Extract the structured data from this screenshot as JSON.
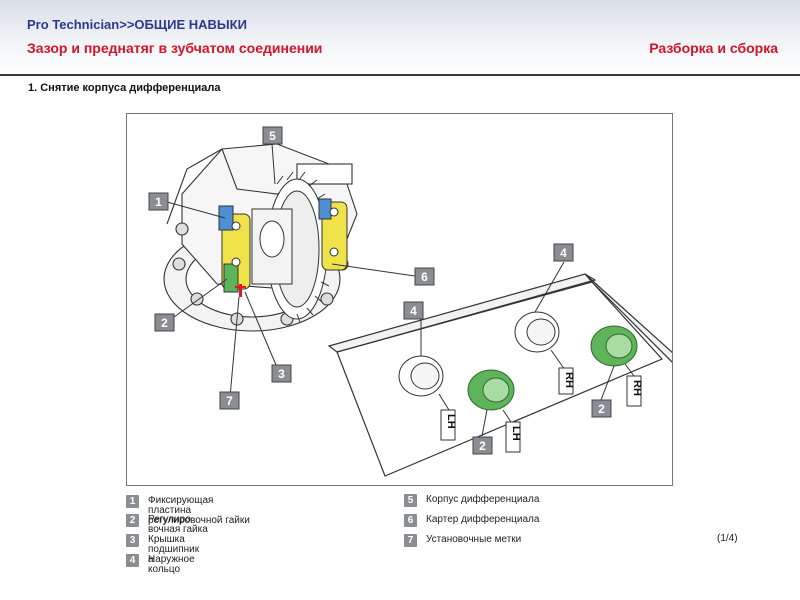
{
  "header": {
    "title": "Pro Technician>>ОБЩИЕ НАВЫКИ",
    "subtitle": "Зазор и преднатяг в зубчатом соединении",
    "right_title": "Разборка и сборка"
  },
  "section_title": "1. Снятие корпуса дифференциала",
  "figure": {
    "callouts": [
      "1",
      "2",
      "3",
      "4",
      "5",
      "6",
      "7"
    ],
    "side_labels": [
      "RH",
      "LH"
    ]
  },
  "legend": [
    {
      "num": "1",
      "label_lines": [
        "Фиксирующая",
        "пластина",
        "регулировочной гайки"
      ]
    },
    {
      "num": "2",
      "label_lines": [
        "Регулиро",
        "вочная гайка"
      ]
    },
    {
      "num": "3",
      "label_lines": [
        "Крышка",
        "подшипник",
        "а"
      ]
    },
    {
      "num": "4",
      "label_lines": [
        "Наружное",
        "кольцо"
      ]
    },
    {
      "num": "5",
      "label_lines": [
        "Корпус дифференциала"
      ]
    },
    {
      "num": "6",
      "label_lines": [
        "Картер дифференциала"
      ]
    },
    {
      "num": "7",
      "label_lines": [
        "Установочные метки"
      ]
    }
  ],
  "page_indicator": "(1/4)",
  "colors": {
    "title_blue": "#2b3a8c",
    "title_red": "#d1152a",
    "callout_gray": "#8a8d92",
    "bearing_green": "#5fb35a",
    "bearing_blue": "#4f8fd6",
    "bearing_yellow": "#f0e34a",
    "mark_red": "#e0162b"
  }
}
